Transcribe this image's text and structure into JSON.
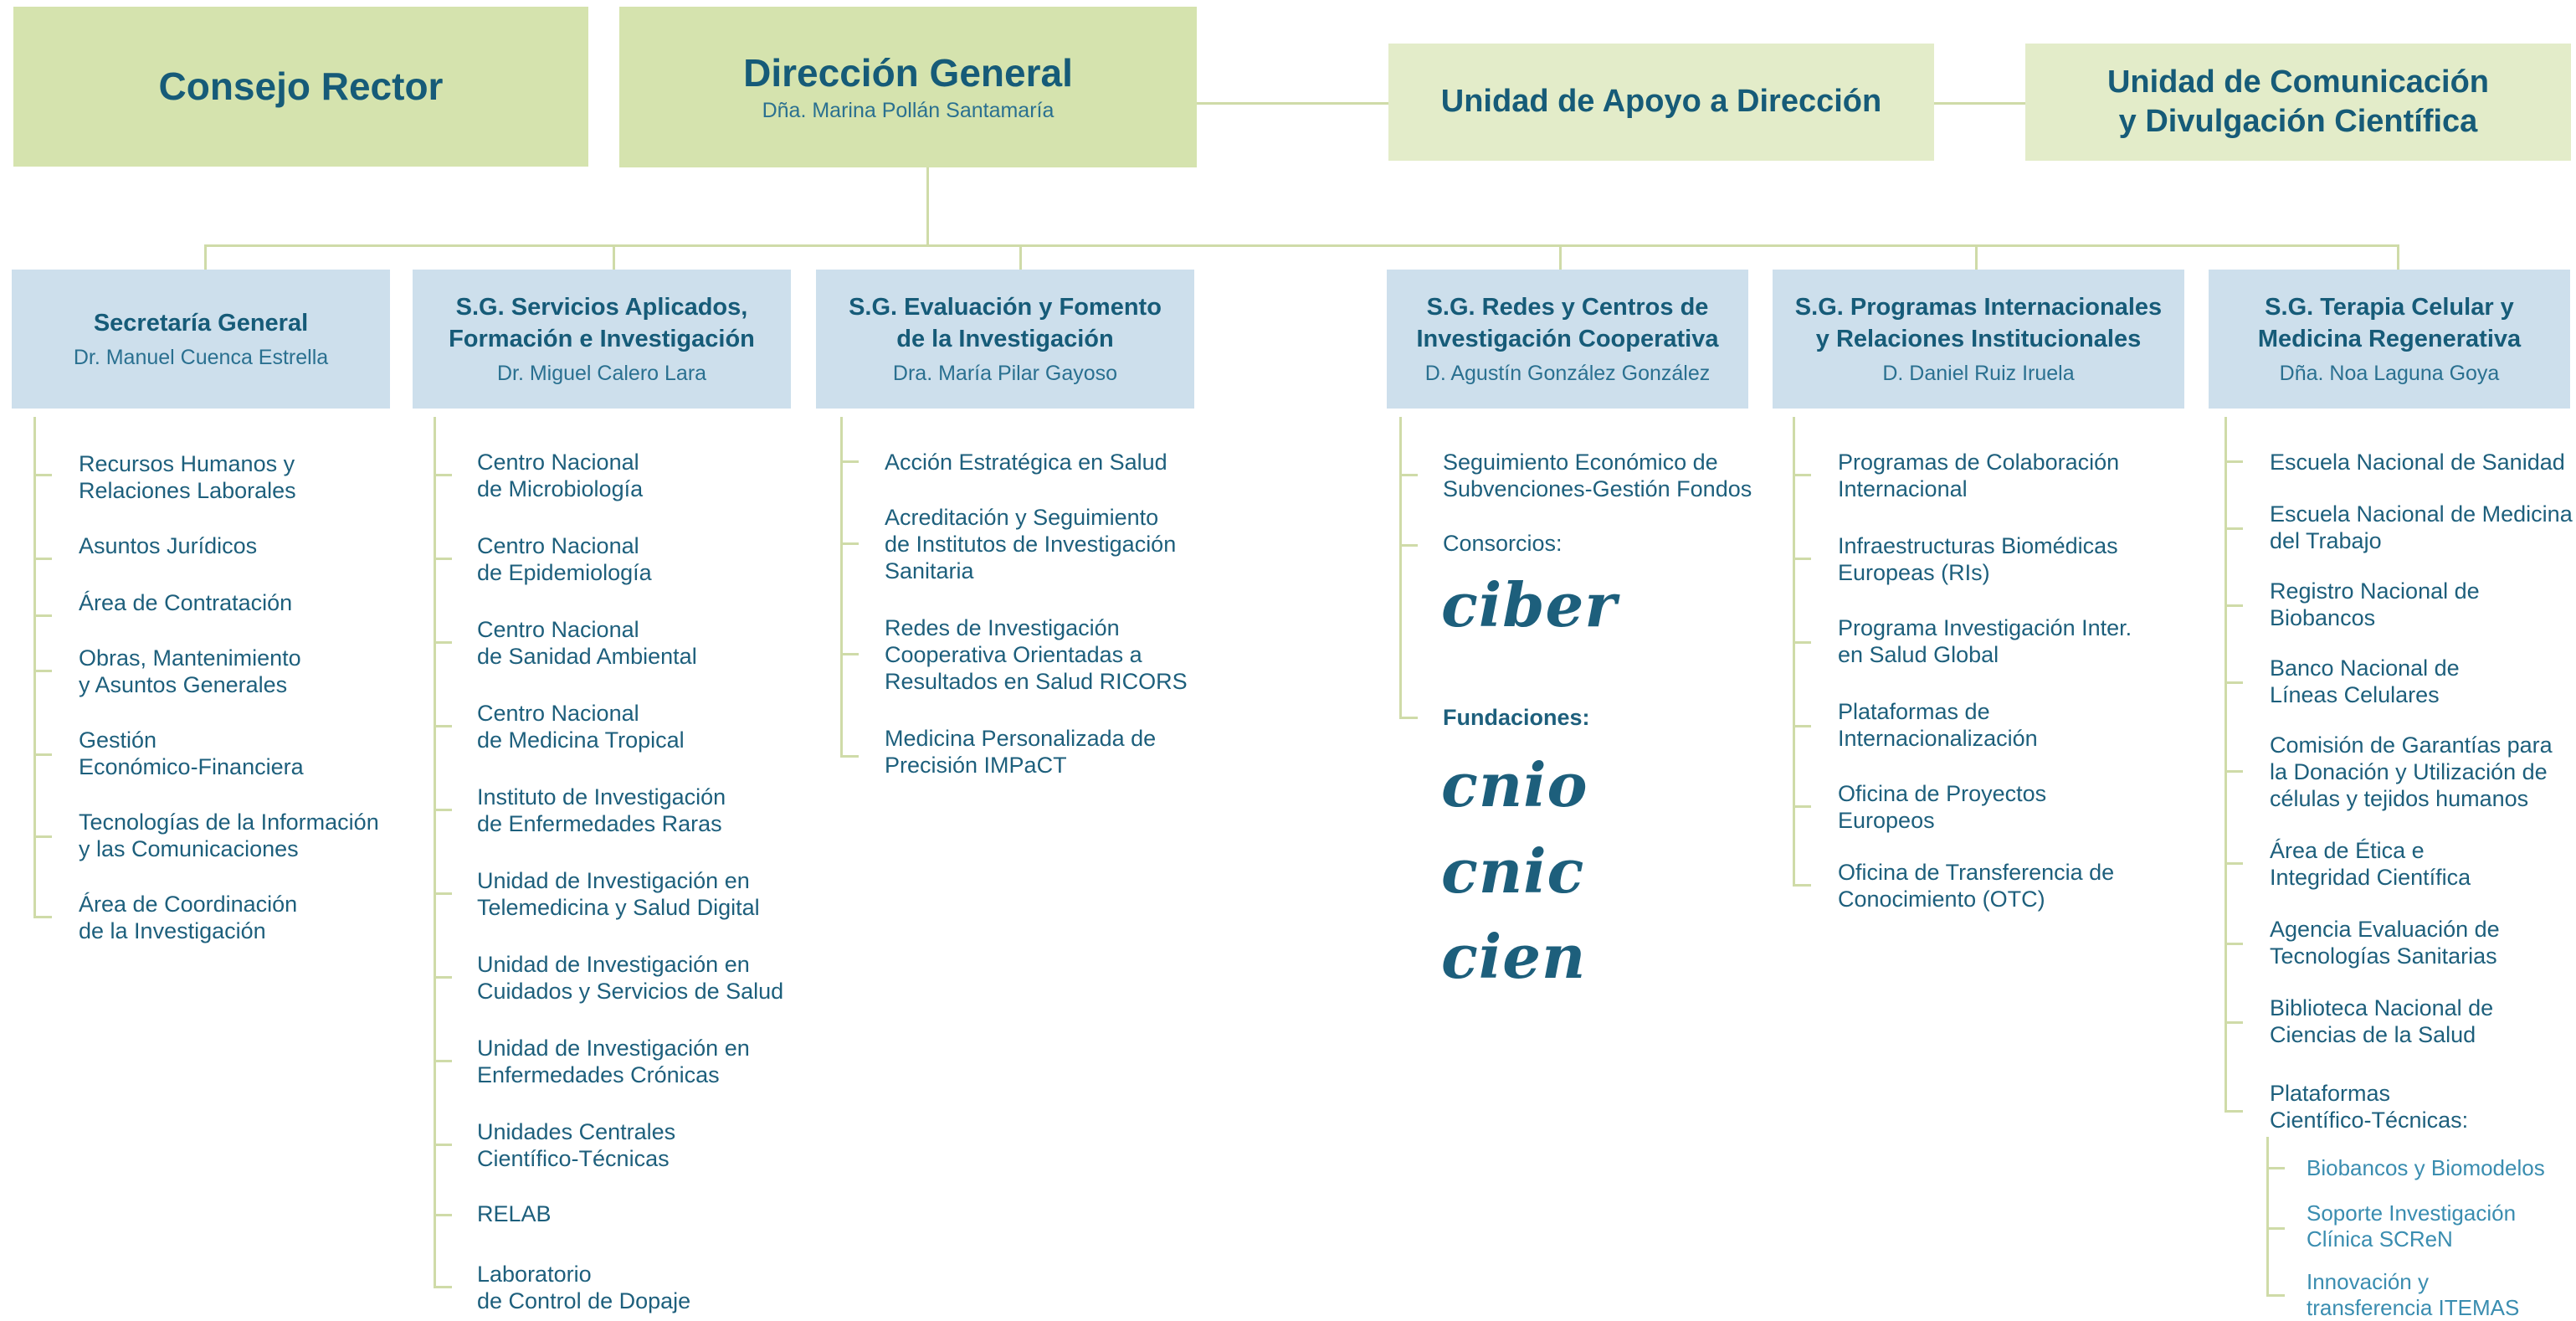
{
  "top": {
    "consejo": "Consejo Rector",
    "direccion": {
      "title": "Dirección General",
      "person": "Dña. Marina Pollán Santamaría"
    },
    "apoyo": "Unidad de Apoyo a Dirección",
    "comunicacion": "Unidad de Comunicación\ny Divulgación Científica"
  },
  "columns": [
    {
      "title": "Secretaría General",
      "person": "Dr. Manuel Cuenca Estrella",
      "items": [
        "Recursos Humanos y\nRelaciones Laborales",
        "Asuntos Jurídicos",
        "Área de Contratación",
        "Obras, Mantenimiento\ny Asuntos Generales",
        "Gestión\nEconómico-Financiera",
        "Tecnologías de la Información\ny las Comunicaciones",
        "Área de Coordinación\nde la Investigación"
      ]
    },
    {
      "title": "S.G. Servicios Aplicados,\nFormación e Investigación",
      "person": "Dr. Miguel Calero Lara",
      "items": [
        "Centro Nacional\nde Microbiología",
        "Centro Nacional\nde Epidemiología",
        "Centro Nacional\nde Sanidad Ambiental",
        "Centro Nacional\nde Medicina Tropical",
        "Instituto de Investigación\nde Enfermedades Raras",
        "Unidad de Investigación en\nTelemedicina y Salud Digital",
        "Unidad de Investigación en\nCuidados y Servicios de Salud",
        "Unidad de Investigación en\nEnfermedades Crónicas",
        "Unidades Centrales\nCientífico-Técnicas",
        "RELAB",
        "Laboratorio\nde Control de Dopaje"
      ]
    },
    {
      "title": "S.G. Evaluación y Fomento\nde la Investigación",
      "person": "Dra. María Pilar Gayoso",
      "items": [
        "Acción Estratégica en Salud",
        "Acreditación y Seguimiento\nde Institutos de Investigación\nSanitaria",
        "Redes de Investigación\nCooperativa Orientadas a\nResultados en Salud RICORS",
        "Medicina Personalizada de\nPrecisión IMPaCT"
      ]
    },
    {
      "title": "S.G. Redes y Centros de\nInvestigación Cooperativa",
      "person": "D. Agustín González González",
      "items": [
        "Seguimiento Económico de\nSubvenciones-Gestión Fondos"
      ],
      "consorcios_label": "Consorcios:",
      "consorcios_logos": [
        "ciber"
      ],
      "fundaciones_label": "Fundaciones:",
      "fundaciones_logos": [
        "cnio",
        "cnic",
        "cien"
      ]
    },
    {
      "title": "S.G. Programas Internacionales\ny Relaciones Institucionales",
      "person": "D. Daniel Ruiz Iruela",
      "items": [
        "Programas de Colaboración\nInternacional",
        "Infraestructuras Biomédicas\nEuropeas (RIs)",
        "Programa Investigación Inter.\nen Salud Global",
        "Plataformas de\nInternacionalización",
        "Oficina de Proyectos\nEuropeos",
        "Oficina de Transferencia de\nConocimiento (OTC)"
      ]
    },
    {
      "title": "S.G. Terapia Celular y\nMedicina Regenerativa",
      "person": "Dña. Noa Laguna Goya",
      "items": [
        "Escuela Nacional de Sanidad",
        "Escuela Nacional de Medicina\ndel Trabajo",
        "Registro Nacional de\nBiobancos",
        "Banco Nacional de\nLíneas Celulares",
        "Comisión de Garantías para\nla Donación y Utilización de\ncélulas y tejidos humanos",
        "Área de Ética e\nIntegridad Científica",
        "Agencia Evaluación de\nTecnologías Sanitarias",
        "Biblioteca Nacional de\nCiencias de la Salud",
        "Plataformas\nCientífico-Técnicas:"
      ],
      "subitems": [
        "Biobancos y Biomodelos",
        "Soporte Investigación\nClínica SCReN",
        "Innovación y\ntransferencia ITEMAS"
      ]
    }
  ]
}
